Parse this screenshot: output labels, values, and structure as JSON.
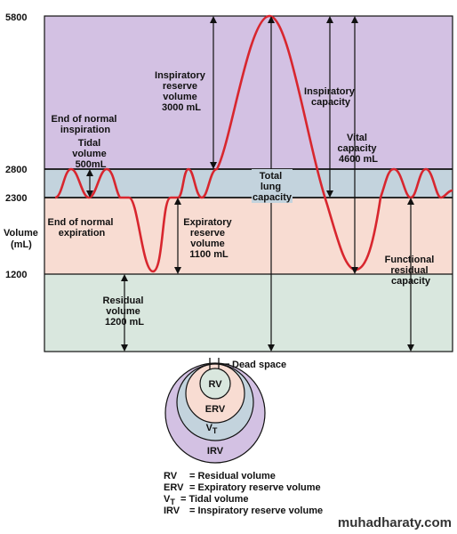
{
  "chart_data": {
    "type": "line",
    "ylabel": "Volume (mL)",
    "y_ticks": [
      "5800",
      "2800",
      "2300",
      "1200"
    ],
    "y_values": [
      5800,
      2800,
      2300,
      1200
    ],
    "zones": [
      {
        "name": "Inspiratory reserve volume",
        "from": 2800,
        "to": 5800,
        "color": "#d3c1e3"
      },
      {
        "name": "Tidal volume",
        "from": 2300,
        "to": 2800,
        "color": "#c3d3dd"
      },
      {
        "name": "Expiratory reserve volume",
        "from": 1200,
        "to": 2300,
        "color": "#f8dcd2"
      },
      {
        "name": "Residual volume",
        "from": 0,
        "to": 1200,
        "color": "#d9e7de"
      }
    ],
    "trace_color": "#d8262e"
  },
  "labels": {
    "end_normal_inspiration": [
      "End of normal",
      "inspiration"
    ],
    "tidal_volume": [
      "Tidal",
      "volume",
      "500mL"
    ],
    "end_normal_expiration": [
      "End of normal",
      "expiration"
    ],
    "inspiratory_reserve": [
      "Inspiratory",
      "reserve",
      "volume",
      "3000 mL"
    ],
    "expiratory_reserve": [
      "Expiratory",
      "reserve",
      "volume",
      "1100 mL"
    ],
    "residual_volume": [
      "Residual",
      "volume",
      "1200 mL"
    ],
    "total_lung_capacity": [
      "Total",
      "lung",
      "capacity"
    ],
    "inspiratory_capacity": [
      "Inspiratory",
      "capacity"
    ],
    "vital_capacity": [
      "Vital",
      "capacity",
      "4600 mL"
    ],
    "functional_residual": [
      "Functional",
      "residual",
      "capacity"
    ]
  },
  "circles": {
    "dead_space": "Dead space",
    "rv": "RV",
    "erv": "ERV",
    "vt_main": "V",
    "vt_sub": "T",
    "irv": "IRV"
  },
  "legend": [
    {
      "abbr": "RV",
      "sub": "",
      "text": "= Residual volume"
    },
    {
      "abbr": "ERV",
      "sub": "",
      "text": "= Expiratory reserve volume"
    },
    {
      "abbr": "V",
      "sub": "T",
      "text": "= Tidal volume"
    },
    {
      "abbr": "IRV",
      "sub": "",
      "text": "= Inspiratory reserve volume"
    }
  ],
  "watermark": "muhadharaty.com"
}
